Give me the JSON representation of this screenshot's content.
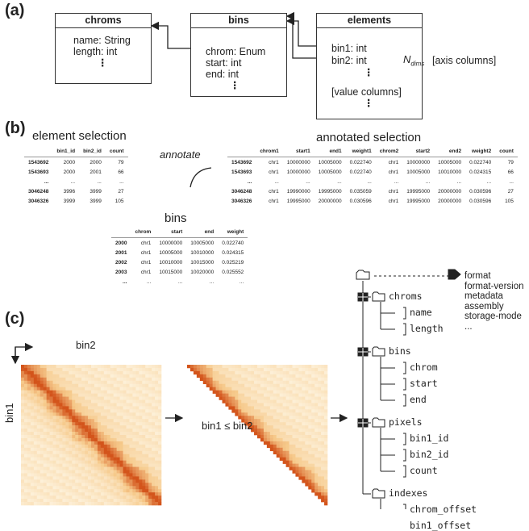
{
  "panel_labels": {
    "a": "(a)",
    "b": "(b)",
    "c": "(c)"
  },
  "schema": {
    "chroms": {
      "title": "chroms",
      "fields": [
        "name: String",
        "length: int"
      ],
      "more": "⋮"
    },
    "bins": {
      "title": "bins",
      "fields": [
        "chrom: Enum",
        "start: int",
        "end: int"
      ],
      "more": "⋮"
    },
    "elements": {
      "title": "elements",
      "fields": [
        "bin1: int",
        "bin2: int"
      ],
      "more": "⋮",
      "value_label": "[value columns]",
      "more2": "⋮",
      "ndims_base": "N",
      "ndims_sub": "dims",
      "axis_label": "[axis columns]"
    }
  },
  "element_selection": {
    "title": "element selection",
    "columns": [
      "",
      "bin1_id",
      "bin2_id",
      "count"
    ],
    "rows": [
      [
        "1543692",
        "2000",
        "2000",
        "79"
      ],
      [
        "1543693",
        "2000",
        "2001",
        "66"
      ],
      [
        "...",
        "...",
        "...",
        "..."
      ],
      [
        "3046248",
        "3996",
        "3999",
        "27"
      ],
      [
        "3046326",
        "3999",
        "3999",
        "105"
      ]
    ]
  },
  "annotate_label": "annotate",
  "annotated_selection": {
    "title": "annotated selection",
    "columns": [
      "",
      "chrom1",
      "start1",
      "end1",
      "weight1",
      "chrom2",
      "start2",
      "end2",
      "weight2",
      "count"
    ],
    "rows": [
      [
        "1543692",
        "chr1",
        "10000000",
        "10005000",
        "0.022740",
        "chr1",
        "10000000",
        "10005000",
        "0.022740",
        "79"
      ],
      [
        "1543693",
        "chr1",
        "10000000",
        "10005000",
        "0.022740",
        "chr1",
        "10005000",
        "10010000",
        "0.024315",
        "66"
      ],
      [
        "...",
        "...",
        "...",
        "...",
        "...",
        "...",
        "...",
        "...",
        "...",
        "..."
      ],
      [
        "3046248",
        "chr1",
        "19990000",
        "19995000",
        "0.035059",
        "chr1",
        "19995000",
        "20000000",
        "0.030596",
        "27"
      ],
      [
        "3046326",
        "chr1",
        "19995000",
        "20000000",
        "0.030596",
        "chr1",
        "19995000",
        "20000000",
        "0.030596",
        "105"
      ]
    ]
  },
  "bins_table": {
    "title": "bins",
    "columns": [
      "",
      "chrom",
      "start",
      "end",
      "weight"
    ],
    "rows": [
      [
        "2000",
        "chr1",
        "10000000",
        "10005000",
        "0.022740"
      ],
      [
        "2001",
        "chr1",
        "10005000",
        "10010000",
        "0.024315"
      ],
      [
        "2002",
        "chr1",
        "10010000",
        "10015000",
        "0.025219"
      ],
      [
        "2003",
        "chr1",
        "10015000",
        "10020000",
        "0.025552"
      ],
      [
        "...",
        "...",
        "...",
        "...",
        "..."
      ]
    ]
  },
  "matrix": {
    "x_label": "bin2",
    "y_label": "bin1",
    "upper_label": "bin1 ≤ bin2",
    "colors": {
      "light": "#fdf0d8",
      "mid": "#f6c98a",
      "dark": "#d3541b"
    }
  },
  "tree": {
    "groups": [
      {
        "name": "chroms",
        "children": [
          "name",
          "length"
        ]
      },
      {
        "name": "bins",
        "children": [
          "chrom",
          "start",
          "end"
        ]
      },
      {
        "name": "pixels",
        "children": [
          "bin1_id",
          "bin2_id",
          "count"
        ]
      },
      {
        "name": "indexes",
        "children": [
          "chrom_offset",
          "bin1_offset"
        ]
      }
    ],
    "metadata": [
      "format",
      "format-version",
      "metadata",
      "assembly",
      "storage-mode",
      "..."
    ]
  }
}
